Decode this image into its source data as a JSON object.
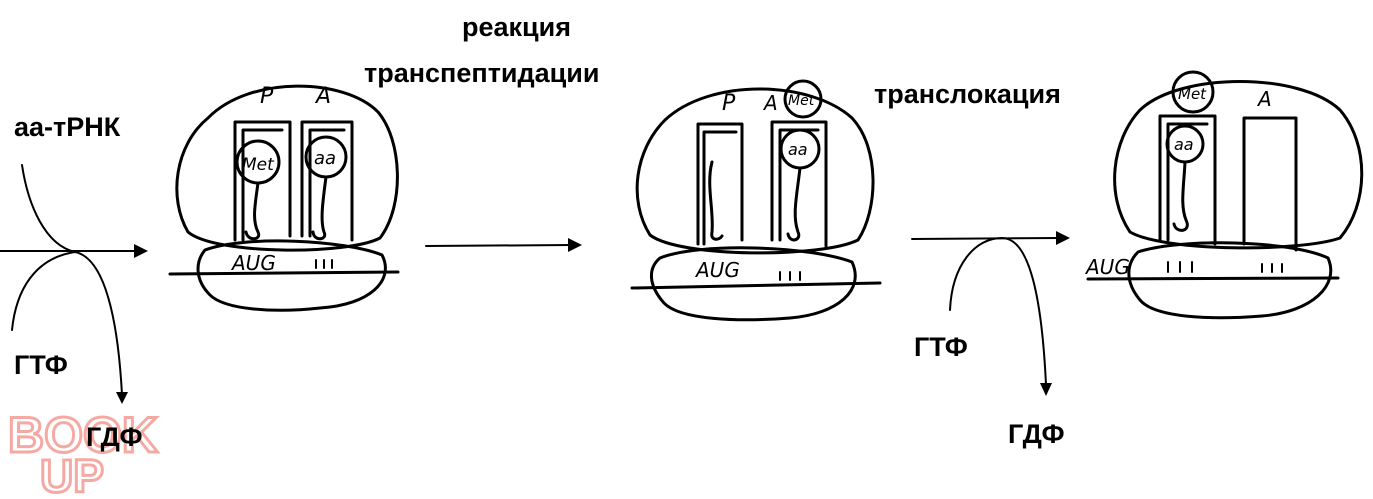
{
  "labels": {
    "aa_trna": "аа-тРНК",
    "gtp_1": "ГТФ",
    "gdp_1": "ГДФ",
    "transpeptidation_line1": "реакция",
    "transpeptidation_line2": "транспептидации",
    "translocation": "транслокация",
    "gtp_2": "ГТФ",
    "gdp_2": "ГДФ"
  },
  "ribosomes": [
    {
      "site_p": "P",
      "site_a": "A",
      "p_trna": "Met",
      "a_trna": "aa",
      "codon_start": "AUG"
    },
    {
      "site_p": "P",
      "site_a": "A",
      "a_trna": "aa",
      "peptide": "Met",
      "codon_start": "AUG"
    },
    {
      "site_a": "A",
      "p_trna": "aa",
      "peptide": "Met",
      "codon_start": "AUG"
    }
  ],
  "watermark": {
    "line1": "BOOK",
    "line2": "UP",
    "color": "#f4a09a"
  }
}
